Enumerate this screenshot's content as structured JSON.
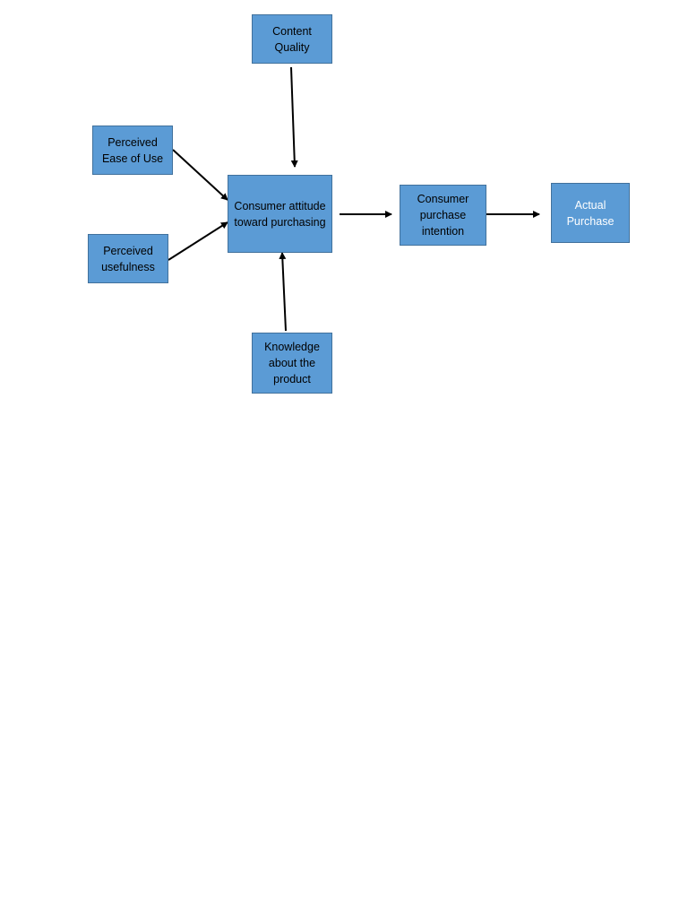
{
  "diagram": {
    "nodes": {
      "content_quality": "Content Quality",
      "perceived_ease": "Perceived Ease of Use",
      "perceived_usefulness": "Perceived usefulness",
      "consumer_attitude": "Consumer attitude toward purchasing",
      "consumer_intention": "Consumer purchase intention",
      "actual_purchase": "Actual Purchase",
      "knowledge": "Knowledge about the product"
    },
    "edges": [
      {
        "from": "Content Quality",
        "to": "Consumer attitude toward purchasing"
      },
      {
        "from": "Perceived Ease of Use",
        "to": "Consumer attitude toward purchasing"
      },
      {
        "from": "Perceived usefulness",
        "to": "Consumer attitude toward purchasing"
      },
      {
        "from": "Knowledge about the product",
        "to": "Consumer attitude toward purchasing"
      },
      {
        "from": "Consumer attitude toward purchasing",
        "to": "Consumer purchase intention"
      },
      {
        "from": "Consumer purchase intention",
        "to": "Actual Purchase"
      }
    ],
    "colors": {
      "node_fill": "#5b9bd5",
      "node_border": "#41719c",
      "arrow": "#000000"
    }
  }
}
